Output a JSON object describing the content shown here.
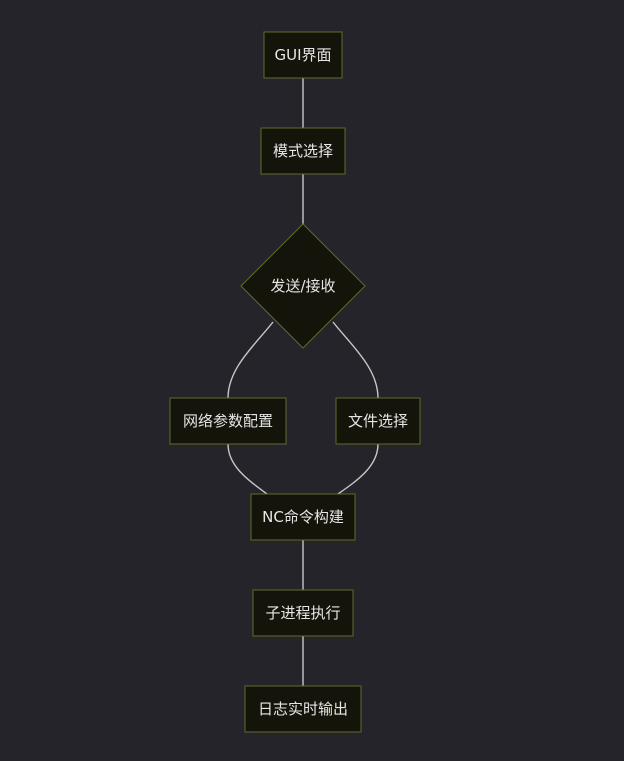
{
  "diagram": {
    "nodes": [
      {
        "id": "gui",
        "label": "GUI界面",
        "shape": "rect"
      },
      {
        "id": "mode",
        "label": "模式选择",
        "shape": "rect"
      },
      {
        "id": "sendrecv",
        "label": "发送/接收",
        "shape": "diamond"
      },
      {
        "id": "netcfg",
        "label": "网络参数配置",
        "shape": "rect"
      },
      {
        "id": "filesel",
        "label": "文件选择",
        "shape": "rect"
      },
      {
        "id": "ncbuild",
        "label": "NC命令构建",
        "shape": "rect"
      },
      {
        "id": "subproc",
        "label": "子进程执行",
        "shape": "rect"
      },
      {
        "id": "log",
        "label": "日志实时输出",
        "shape": "rect"
      }
    ],
    "edges": [
      {
        "from": "gui",
        "to": "mode"
      },
      {
        "from": "mode",
        "to": "sendrecv"
      },
      {
        "from": "sendrecv",
        "to": "netcfg"
      },
      {
        "from": "sendrecv",
        "to": "filesel"
      },
      {
        "from": "netcfg",
        "to": "ncbuild"
      },
      {
        "from": "filesel",
        "to": "ncbuild"
      },
      {
        "from": "ncbuild",
        "to": "subproc"
      },
      {
        "from": "subproc",
        "to": "log"
      }
    ],
    "colors": {
      "background": "#25242a",
      "node_fill": "#14140a",
      "node_stroke": "#5f6b2a",
      "edge": "#c8c8c8",
      "text": "#e6e6e6"
    }
  }
}
